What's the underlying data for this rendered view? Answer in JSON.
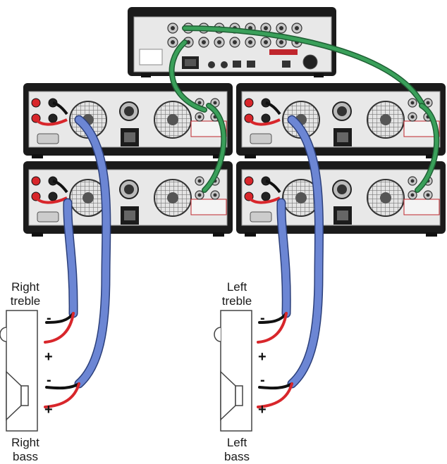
{
  "labels": {
    "right_treble": [
      "Right",
      "treble"
    ],
    "right_bass": [
      "Right",
      "bass"
    ],
    "left_treble": [
      "Left",
      "treble"
    ],
    "left_bass": [
      "Left",
      "bass"
    ]
  },
  "polarity": {
    "minus": "-",
    "plus": "+"
  },
  "colors": {
    "chassis_dark": "#1b1b1b",
    "panel_light": "#e8e8e8",
    "speaker_cable": "#6c86d4",
    "signal_cable": "#3aa05a",
    "positive_wire": "#d8262b",
    "negative_wire": "#111111",
    "red_panel": "#c0262d"
  },
  "icons": [
    "preamp-unit",
    "power-amplifier",
    "cooling-fan",
    "xlr-socket",
    "binding-post",
    "speaker-driver"
  ]
}
